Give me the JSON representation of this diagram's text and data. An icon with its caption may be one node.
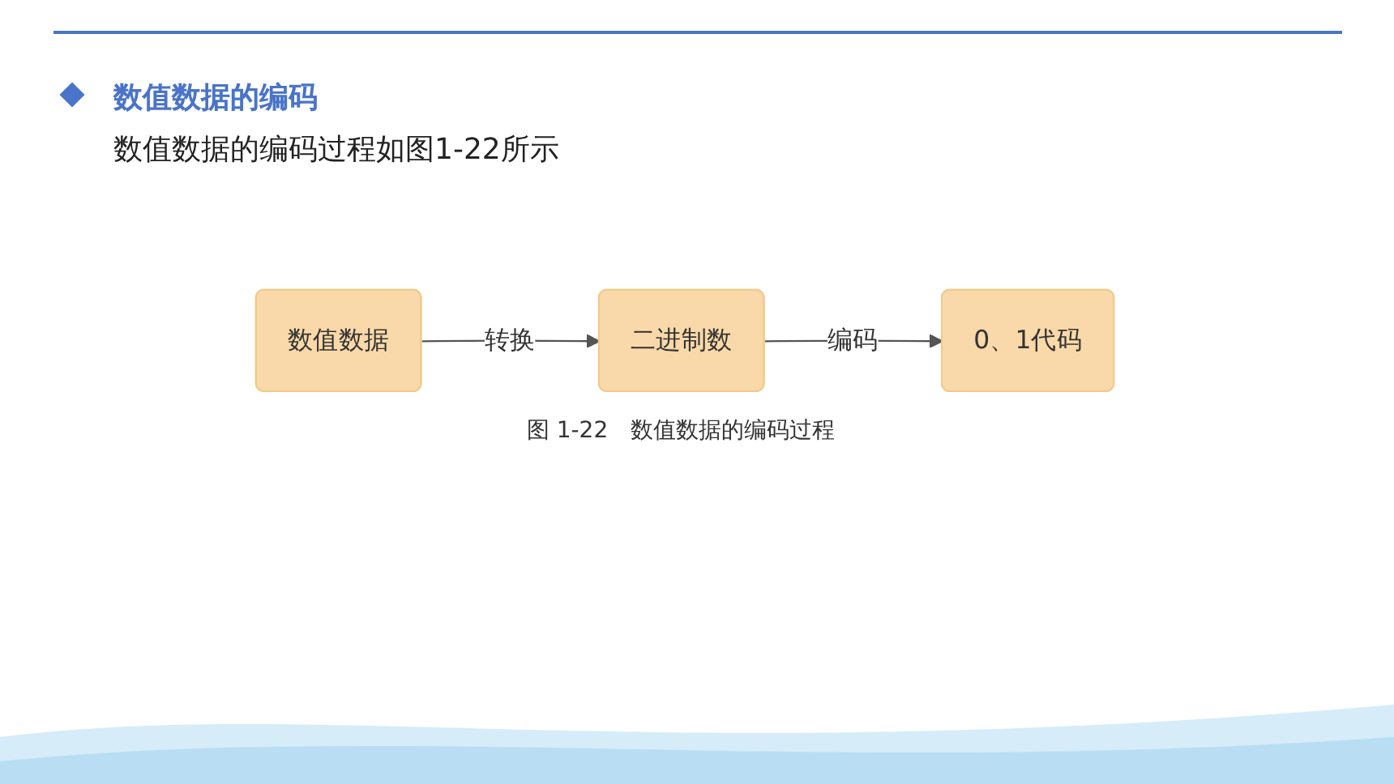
{
  "diagram": {
    "title": "数值数据的编码",
    "nodes": [
      {
        "text": [
          "数值数据"
        ]
      },
      {
        "text": [
          "二进制数"
        ]
      },
      {
        "text": [
          "0、1代码"
        ]
      }
    ],
    "edges": [
      {
        "from": 0,
        "to": 1,
        "arrow": "to",
        "label": "转换"
      },
      {
        "from": 1,
        "to": 2,
        "arrow": "to",
        "label": "编码"
      }
    ],
    "labels": [
      "数值数据的编码过程如图1-22所示"
    ],
    "caption": "图 1-22　数值数据的编码过程"
  }
}
